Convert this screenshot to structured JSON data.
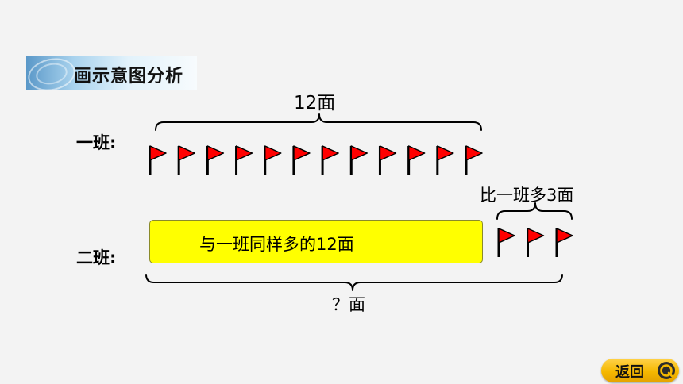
{
  "title": "画示意图分析",
  "class1": {
    "label": "一班:",
    "total_label": "12面",
    "flag_count": 12
  },
  "class2": {
    "label": "二班:",
    "same_label": "与一班同样多的12面",
    "extra_label": "比一班多3面",
    "extra_flag_count": 3,
    "unknown_label": "？面"
  },
  "back_button": {
    "label": "返回"
  },
  "colors": {
    "flag_red": "#ff0000",
    "box_yellow": "#ffff00",
    "button_gold": "#f5b800"
  }
}
